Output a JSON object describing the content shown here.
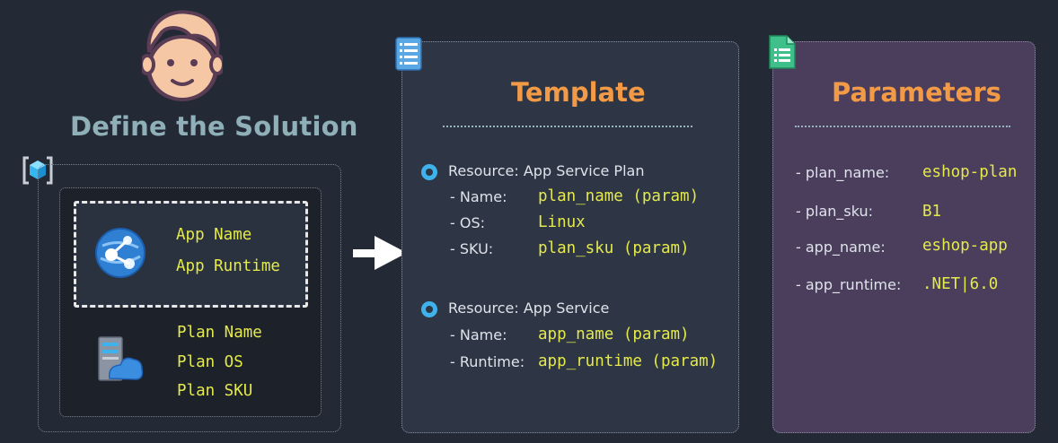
{
  "left": {
    "title": "Define the Solution",
    "app_fields": [
      "App Name",
      "App Runtime"
    ],
    "plan_fields": [
      "Plan Name",
      "Plan OS",
      "Plan SKU"
    ]
  },
  "template": {
    "heading": "Template",
    "resources": [
      {
        "title": "Resource:  App Service Plan",
        "rows": [
          {
            "key": "- Name:",
            "value": "plan_name (param)"
          },
          {
            "key": "- OS:",
            "value": "Linux"
          },
          {
            "key": "- SKU:",
            "value": "plan_sku (param)"
          }
        ]
      },
      {
        "title": "Resource:  App Service",
        "rows": [
          {
            "key": "- Name:",
            "value": "app_name (param)"
          },
          {
            "key": "- Runtime:",
            "value": "app_runtime (param)"
          }
        ]
      }
    ]
  },
  "parameters": {
    "heading": "Parameters",
    "rows": [
      {
        "key": "- plan_name:",
        "value": "eshop-plan"
      },
      {
        "key": "- plan_sku:",
        "value": "B1"
      },
      {
        "key": "- app_name:",
        "value": "eshop-app"
      },
      {
        "key": "- app_runtime:",
        "value": ".NET|6.0"
      }
    ]
  },
  "colors": {
    "background": "#242a35",
    "heading_orange": "#f39a46",
    "code_yellow": "#e4ea4b",
    "title_teal": "#8fb0b8",
    "radio_blue": "#3fb2ec",
    "template_panel": "#2e3544",
    "parameters_panel": "#4a3e5c"
  },
  "icons": [
    "person-avatar-icon",
    "bicep-resource-group-icon",
    "app-service-icon",
    "app-service-plan-icon",
    "arrow-right-icon",
    "template-file-icon",
    "parameters-file-icon"
  ]
}
